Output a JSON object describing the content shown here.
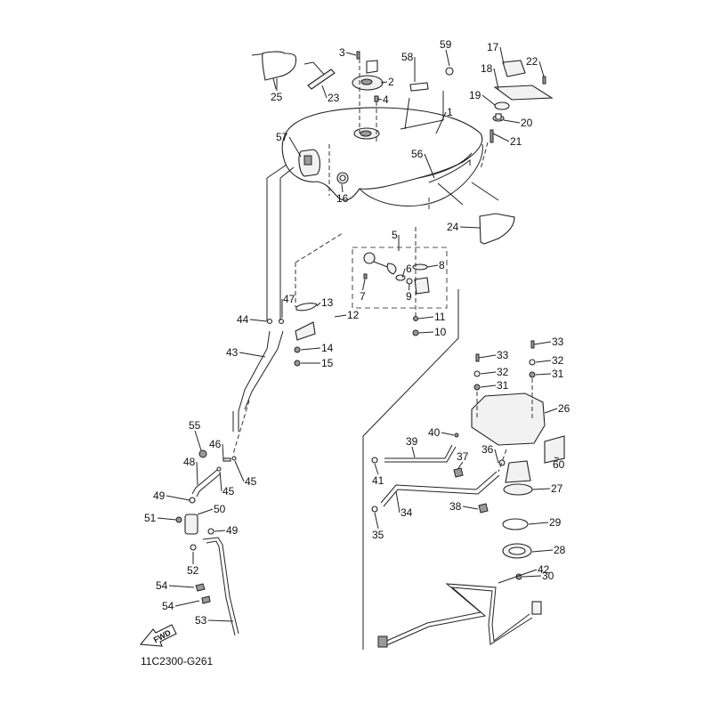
{
  "diagram": {
    "title": "Fuel Tank",
    "code": "11C2300-G261",
    "fwd_label": "FWD",
    "labels": [
      {
        "id": "1",
        "text": "1"
      },
      {
        "id": "2",
        "text": "2"
      },
      {
        "id": "3",
        "text": "3"
      },
      {
        "id": "4",
        "text": "4"
      },
      {
        "id": "5",
        "text": "5"
      },
      {
        "id": "6",
        "text": "6"
      },
      {
        "id": "7",
        "text": "7"
      },
      {
        "id": "8",
        "text": "8"
      },
      {
        "id": "9",
        "text": "9"
      },
      {
        "id": "10",
        "text": "10"
      },
      {
        "id": "11",
        "text": "11"
      },
      {
        "id": "12",
        "text": "12"
      },
      {
        "id": "13",
        "text": "13"
      },
      {
        "id": "14",
        "text": "14"
      },
      {
        "id": "15",
        "text": "15"
      },
      {
        "id": "16",
        "text": "16"
      },
      {
        "id": "17",
        "text": "17"
      },
      {
        "id": "18",
        "text": "18"
      },
      {
        "id": "19",
        "text": "19"
      },
      {
        "id": "20",
        "text": "20"
      },
      {
        "id": "21",
        "text": "21"
      },
      {
        "id": "22",
        "text": "22"
      },
      {
        "id": "23",
        "text": "23"
      },
      {
        "id": "24",
        "text": "24"
      },
      {
        "id": "25",
        "text": "25"
      },
      {
        "id": "26",
        "text": "26"
      },
      {
        "id": "27",
        "text": "27"
      },
      {
        "id": "28",
        "text": "28"
      },
      {
        "id": "29",
        "text": "29"
      },
      {
        "id": "30",
        "text": "30"
      },
      {
        "id": "31a",
        "text": "31"
      },
      {
        "id": "31b",
        "text": "31"
      },
      {
        "id": "32a",
        "text": "32"
      },
      {
        "id": "32b",
        "text": "32"
      },
      {
        "id": "33a",
        "text": "33"
      },
      {
        "id": "33b",
        "text": "33"
      },
      {
        "id": "34",
        "text": "34"
      },
      {
        "id": "35",
        "text": "35"
      },
      {
        "id": "36",
        "text": "36"
      },
      {
        "id": "37",
        "text": "37"
      },
      {
        "id": "38",
        "text": "38"
      },
      {
        "id": "39",
        "text": "39"
      },
      {
        "id": "40",
        "text": "40"
      },
      {
        "id": "41",
        "text": "41"
      },
      {
        "id": "42",
        "text": "42"
      },
      {
        "id": "43",
        "text": "43"
      },
      {
        "id": "44",
        "text": "44"
      },
      {
        "id": "45a",
        "text": "45"
      },
      {
        "id": "45b",
        "text": "45"
      },
      {
        "id": "46",
        "text": "46"
      },
      {
        "id": "47",
        "text": "47"
      },
      {
        "id": "48",
        "text": "48"
      },
      {
        "id": "49a",
        "text": "49"
      },
      {
        "id": "49b",
        "text": "49"
      },
      {
        "id": "50",
        "text": "50"
      },
      {
        "id": "51",
        "text": "51"
      },
      {
        "id": "52",
        "text": "52"
      },
      {
        "id": "53",
        "text": "53"
      },
      {
        "id": "54a",
        "text": "54"
      },
      {
        "id": "54b",
        "text": "54"
      },
      {
        "id": "55",
        "text": "55"
      },
      {
        "id": "56",
        "text": "56"
      },
      {
        "id": "57",
        "text": "57"
      },
      {
        "id": "58",
        "text": "58"
      },
      {
        "id": "59",
        "text": "59"
      },
      {
        "id": "60",
        "text": "60"
      }
    ]
  }
}
